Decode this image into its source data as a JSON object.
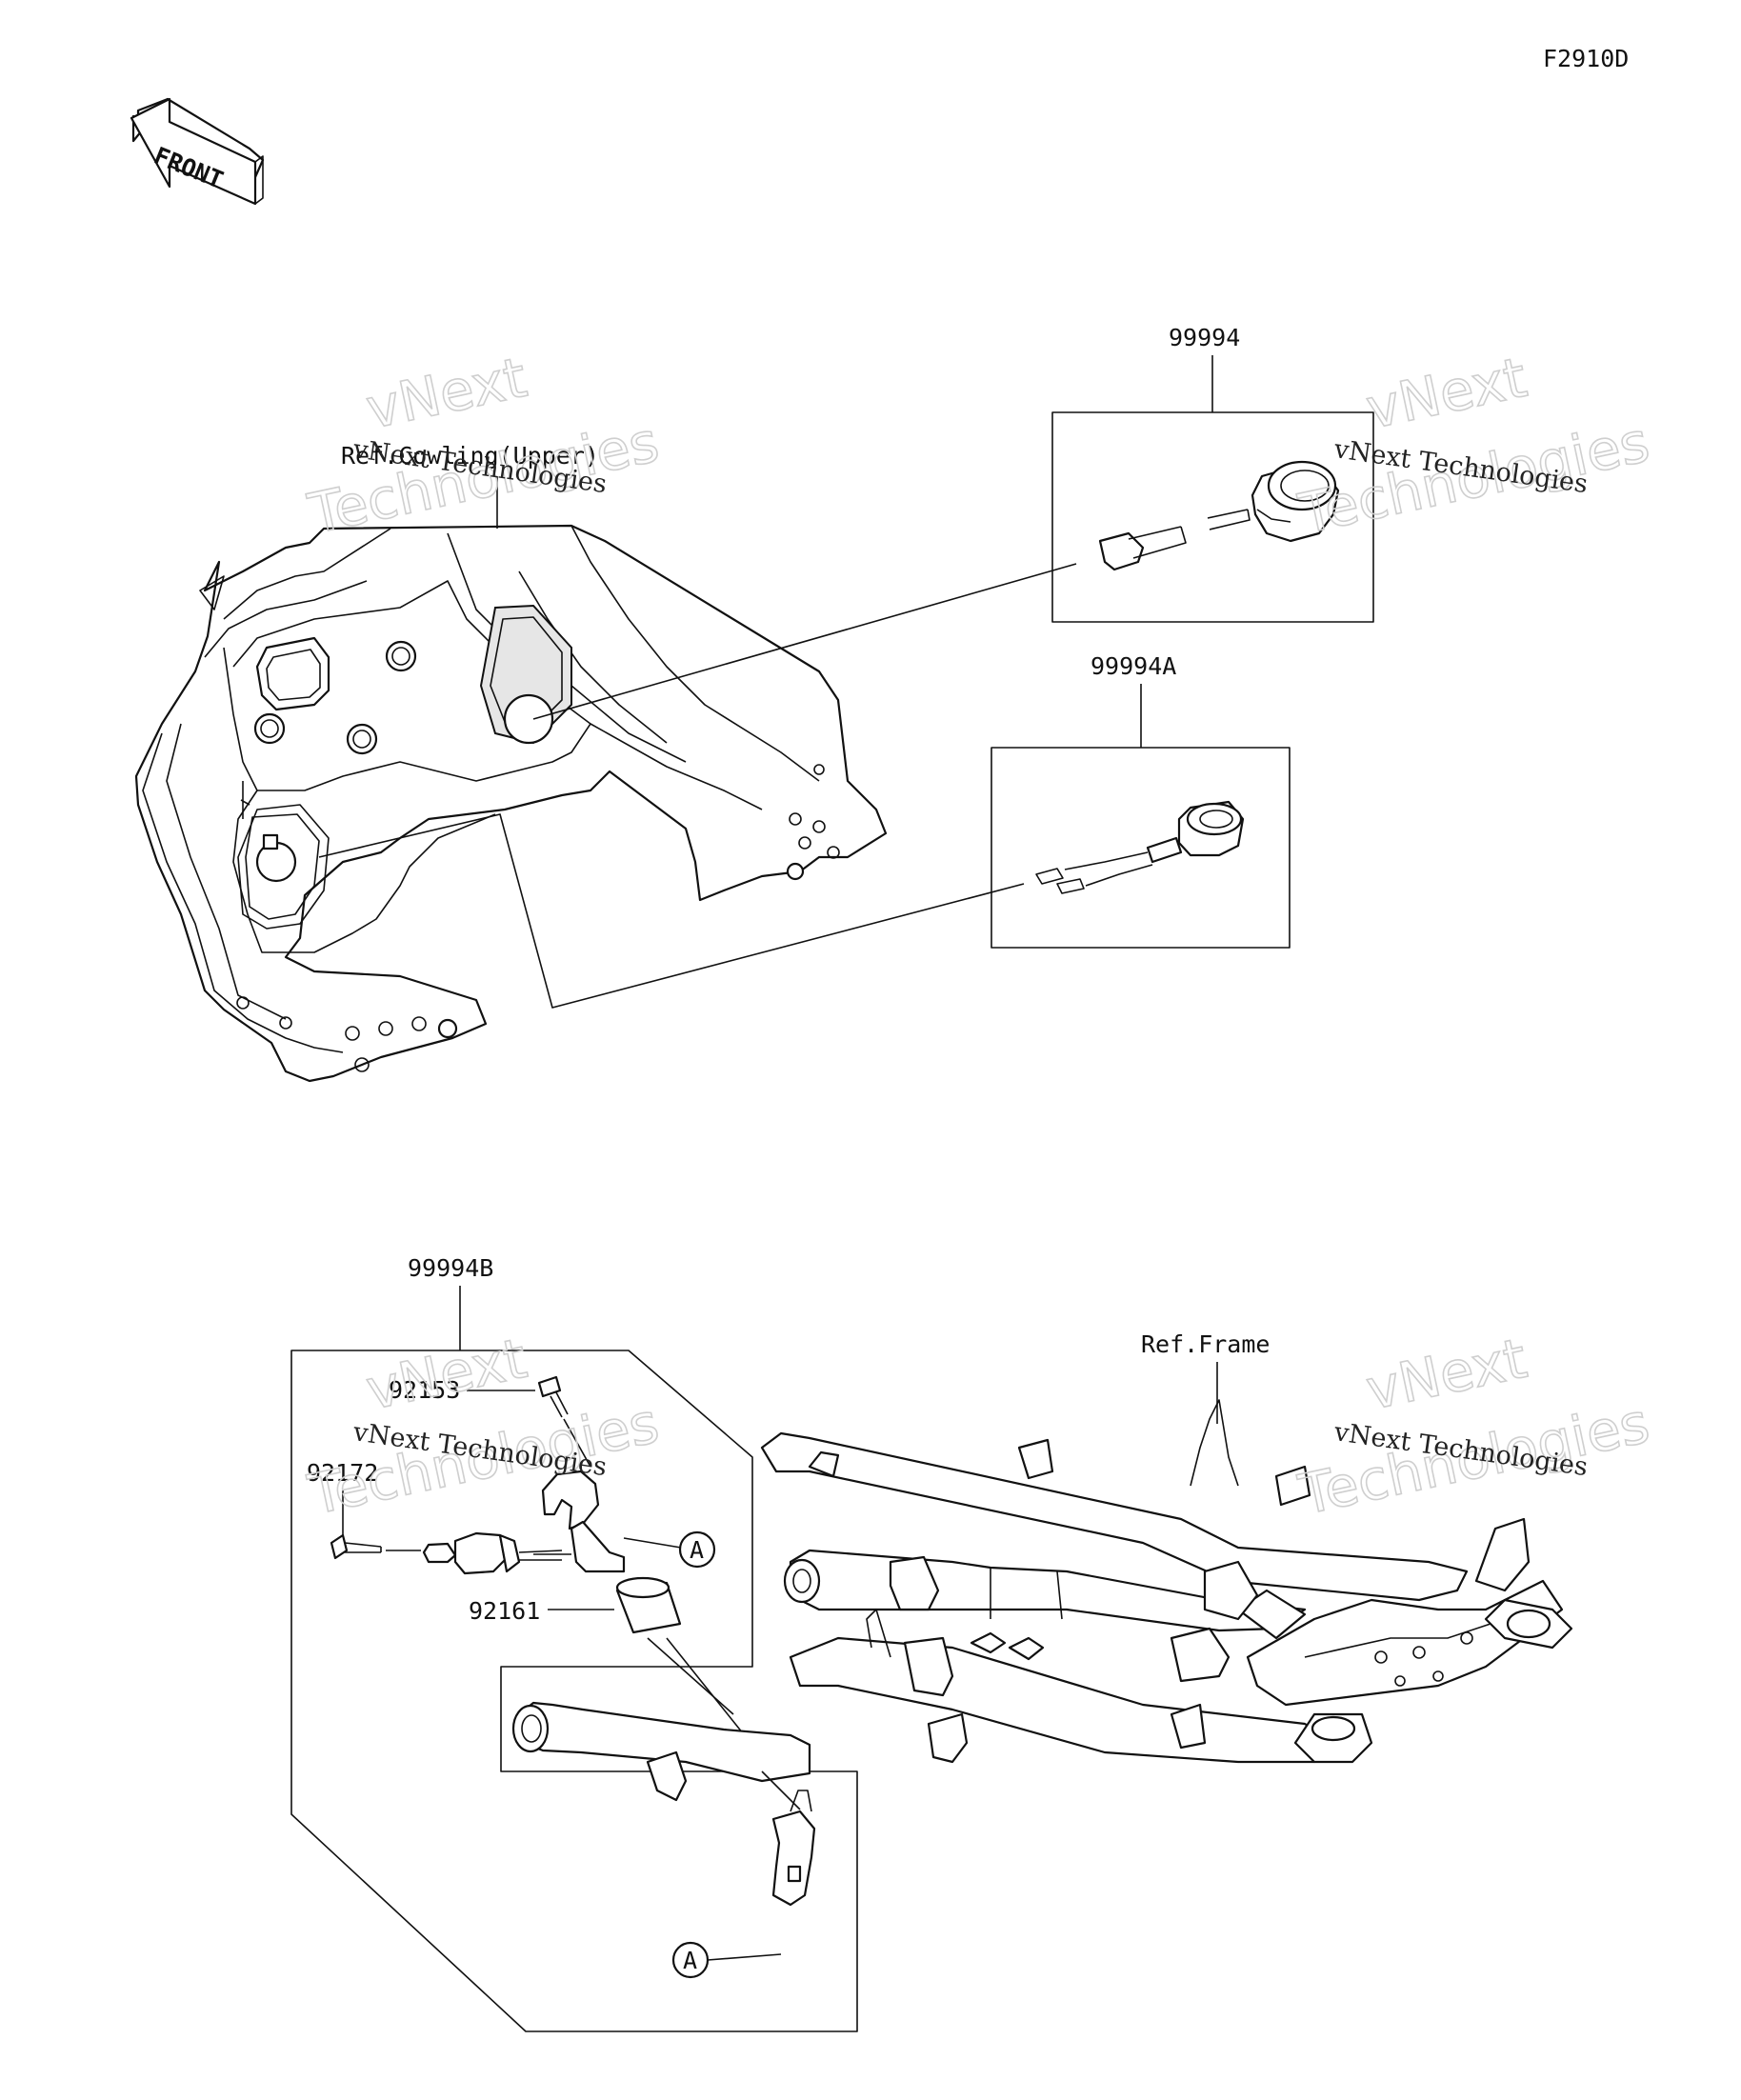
{
  "figure_code": "F2910D",
  "front_indicator": "FRONT",
  "callouts": {
    "part_99994": "99994",
    "part_99994A": "99994A",
    "part_99994B": "99994B",
    "part_92153": "92153",
    "part_92172": "92172",
    "part_92161": "92161",
    "ref_cowling": "Ref.Cowling(Upper)",
    "ref_frame": "Ref.Frame",
    "marker_a": "A"
  },
  "watermark": {
    "line_top": "vNext",
    "line_full": "vNext Technologies",
    "line_big": "Technologies"
  }
}
